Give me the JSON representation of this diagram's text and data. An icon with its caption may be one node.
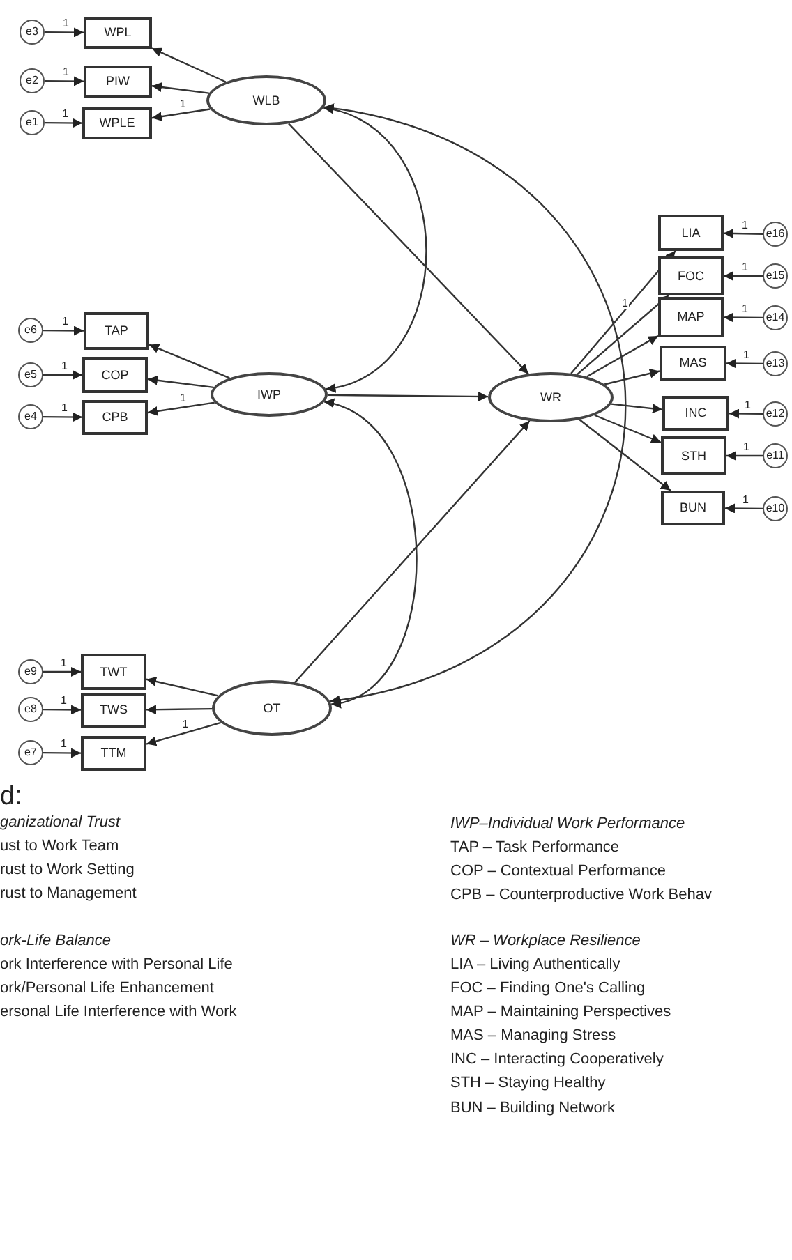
{
  "diagram": {
    "nodes": [
      {
        "text": [
          "e3"
        ]
      },
      {
        "text": [
          "WPL"
        ]
      },
      {
        "text": [
          "e2"
        ]
      },
      {
        "text": [
          "PIW"
        ]
      },
      {
        "text": [
          "e1"
        ]
      },
      {
        "text": [
          "WPLE"
        ]
      },
      {
        "text": [
          "WLB"
        ]
      },
      {
        "text": [
          "e6"
        ]
      },
      {
        "text": [
          "TAP"
        ]
      },
      {
        "text": [
          "e5"
        ]
      },
      {
        "text": [
          "COP"
        ]
      },
      {
        "text": [
          "e4"
        ]
      },
      {
        "text": [
          "CPB"
        ]
      },
      {
        "text": [
          "IWP"
        ]
      },
      {
        "text": [
          "LIA"
        ]
      },
      {
        "text": [
          "e16"
        ]
      },
      {
        "text": [
          "FOC"
        ]
      },
      {
        "text": [
          "e15"
        ]
      },
      {
        "text": [
          "MAP"
        ]
      },
      {
        "text": [
          "e14"
        ]
      },
      {
        "text": [
          "MAS"
        ]
      },
      {
        "text": [
          "e13"
        ]
      },
      {
        "text": [
          "WR"
        ]
      },
      {
        "text": [
          "INC"
        ]
      },
      {
        "text": [
          "e12"
        ]
      },
      {
        "text": [
          "STH"
        ]
      },
      {
        "text": [
          "e11"
        ]
      },
      {
        "text": [
          "BUN"
        ]
      },
      {
        "text": [
          "e10"
        ]
      },
      {
        "text": [
          "e9"
        ]
      },
      {
        "text": [
          "TWT"
        ]
      },
      {
        "text": [
          "e8"
        ]
      },
      {
        "text": [
          "TWS"
        ]
      },
      {
        "text": [
          "e7"
        ]
      },
      {
        "text": [
          "TTM"
        ]
      },
      {
        "text": [
          "OT"
        ]
      }
    ],
    "edges": [
      {
        "from": 0,
        "to": 1,
        "arrow": "to",
        "label": "1"
      },
      {
        "from": 2,
        "to": 3,
        "arrow": "to",
        "label": "1"
      },
      {
        "from": 4,
        "to": 5,
        "arrow": "to",
        "label": "1"
      },
      {
        "from": 6,
        "to": 1,
        "arrow": "to"
      },
      {
        "from": 6,
        "to": 3,
        "arrow": "to"
      },
      {
        "from": 6,
        "to": 5,
        "arrow": "to",
        "label": "1"
      },
      {
        "from": 7,
        "to": 8,
        "arrow": "to",
        "label": "1"
      },
      {
        "from": 9,
        "to": 10,
        "arrow": "to",
        "label": "1"
      },
      {
        "from": 11,
        "to": 12,
        "arrow": "to",
        "label": "1"
      },
      {
        "from": 13,
        "to": 8,
        "arrow": "to"
      },
      {
        "from": 13,
        "to": 10,
        "arrow": "to"
      },
      {
        "from": 13,
        "to": 12,
        "arrow": "to",
        "label": "1"
      },
      {
        "from": 15,
        "to": 14,
        "arrow": "to",
        "label": "1"
      },
      {
        "from": 17,
        "to": 16,
        "arrow": "to",
        "label": "1"
      },
      {
        "from": 19,
        "to": 18,
        "arrow": "to",
        "label": "1"
      },
      {
        "from": 21,
        "to": 20,
        "arrow": "to",
        "label": "1"
      },
      {
        "from": 24,
        "to": 23,
        "arrow": "to",
        "label": "1"
      },
      {
        "from": 26,
        "to": 25,
        "arrow": "to",
        "label": "1"
      },
      {
        "from": 28,
        "to": 27,
        "arrow": "to",
        "label": "1"
      },
      {
        "from": 22,
        "to": 14,
        "arrow": "to",
        "label": "1"
      },
      {
        "from": 22,
        "to": 16,
        "arrow": "to"
      },
      {
        "from": 22,
        "to": 18,
        "arrow": "to"
      },
      {
        "from": 22,
        "to": 20,
        "arrow": "to"
      },
      {
        "from": 22,
        "to": 23,
        "arrow": "to"
      },
      {
        "from": 22,
        "to": 25,
        "arrow": "to"
      },
      {
        "from": 22,
        "to": 27,
        "arrow": "to"
      },
      {
        "from": 29,
        "to": 30,
        "arrow": "to",
        "label": "1"
      },
      {
        "from": 31,
        "to": 32,
        "arrow": "to",
        "label": "1"
      },
      {
        "from": 33,
        "to": 34,
        "arrow": "to",
        "label": "1"
      },
      {
        "from": 35,
        "to": 30,
        "arrow": "to"
      },
      {
        "from": 35,
        "to": 32,
        "arrow": "to"
      },
      {
        "from": 35,
        "to": 34,
        "arrow": "to",
        "label": "1"
      },
      {
        "from": 6,
        "to": 22,
        "arrow": "to"
      },
      {
        "from": 13,
        "to": 22,
        "arrow": "to"
      },
      {
        "from": 35,
        "to": 22,
        "arrow": "to"
      },
      {
        "from": 6,
        "to": 13,
        "arrow": "both"
      },
      {
        "from": 6,
        "to": 35,
        "arrow": "both"
      },
      {
        "from": 13,
        "to": 35,
        "arrow": "both"
      }
    ],
    "labels": [
      "d:",
      "ganizational Trust",
      "ust to Work Team",
      "rust to Work Setting",
      "rust to Management",
      "ork-Life Balance",
      "ork Interference with Personal Life",
      "ork/Personal Life Enhancement",
      "ersonal Life Interference with Work",
      "IWP–Individual Work Performance",
      "TAP – Task Performance",
      "COP – Contextual Performance",
      "CPB – Counterproductive Work Behav",
      "WR – Workplace Resilience",
      "LIA – Living Authentically",
      "FOC – Finding One's Calling",
      "MAP – Maintaining Perspectives",
      "MAS – Managing Stress",
      "INC – Interacting Cooperatively",
      "STH – Staying Healthy",
      "BUN – Building Network"
    ]
  }
}
